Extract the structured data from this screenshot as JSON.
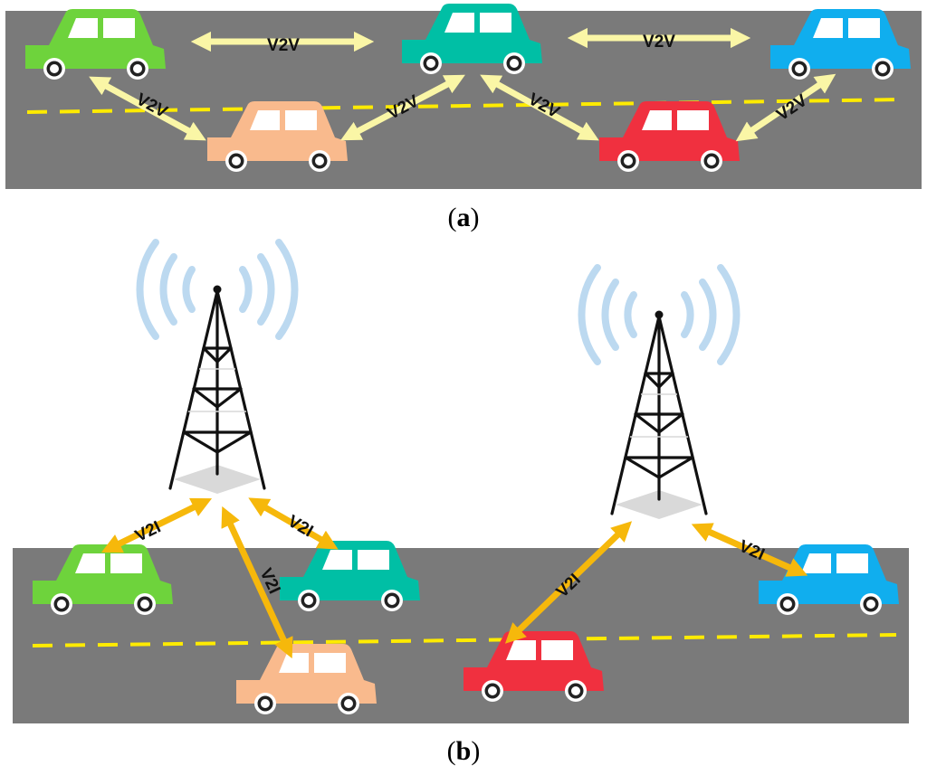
{
  "panel_a": {
    "caption_open": "(",
    "caption_letter": "a",
    "caption_close": ")",
    "link_label": "V2V",
    "cars": [
      {
        "id": "green",
        "color": "#6ed33c"
      },
      {
        "id": "teal",
        "color": "#00bfa5"
      },
      {
        "id": "blue",
        "color": "#10aeee"
      },
      {
        "id": "peach",
        "color": "#f9ba8d"
      },
      {
        "id": "red",
        "color": "#f0303f"
      }
    ]
  },
  "panel_b": {
    "caption_open": "(",
    "caption_letter": "b",
    "caption_close": ")",
    "link_label": "V2I",
    "towers": [
      {
        "id": "tower-left"
      },
      {
        "id": "tower-right"
      }
    ]
  },
  "colors": {
    "road": "#7a7a7a",
    "lane_marking": "#ffeb00",
    "v2v_arrow": "#faf6a6",
    "v2i_arrow": "#f6b80b",
    "tower": "#111111",
    "signal_wave": "#bcd9f0",
    "tower_base": "#d9d9d9",
    "window": "#ffffff",
    "wheel": "#222222"
  }
}
